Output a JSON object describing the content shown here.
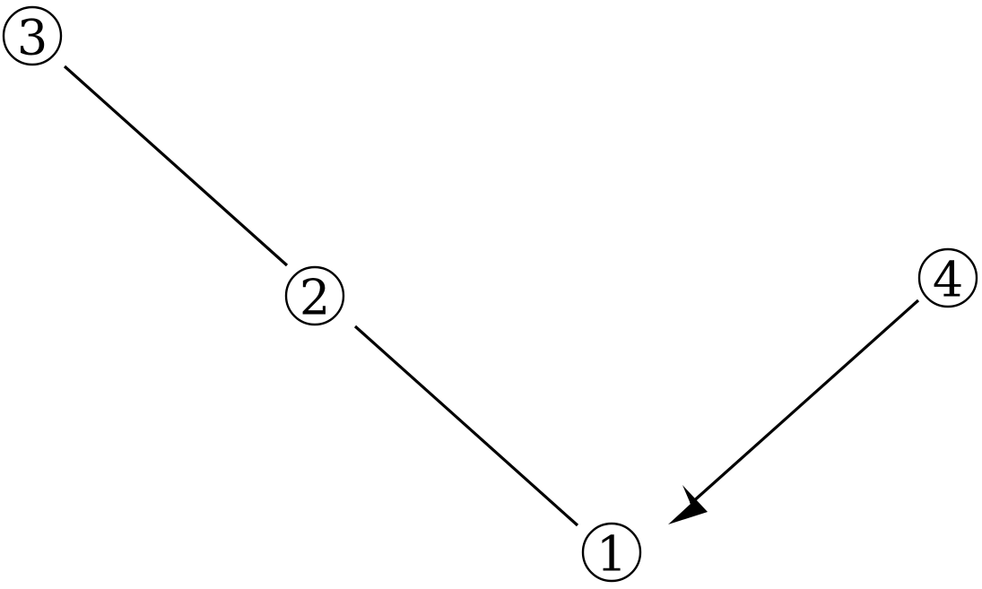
{
  "diagram": {
    "nodes": [
      {
        "id": "n1",
        "label": "1"
      },
      {
        "id": "n2",
        "label": "2"
      },
      {
        "id": "n3",
        "label": "3"
      },
      {
        "id": "n4",
        "label": "4"
      }
    ],
    "edges": [
      {
        "from": "n3",
        "to": "n2",
        "directed": false
      },
      {
        "from": "n2",
        "to": "n1",
        "directed": false
      },
      {
        "from": "n4",
        "to": "n1",
        "directed": true
      }
    ],
    "colors": {
      "stroke": "#000000",
      "background": "#ffffff"
    }
  }
}
